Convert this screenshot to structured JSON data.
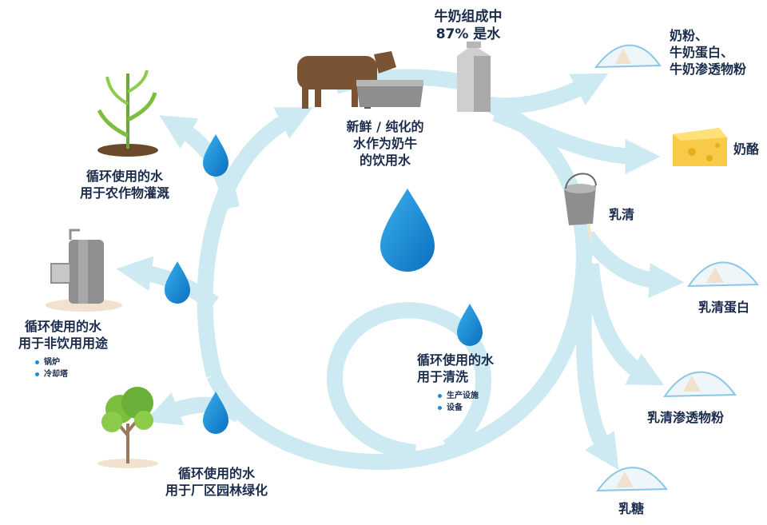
{
  "colors": {
    "flow": "#cde9f1",
    "drop_dark": "#0d79c6",
    "drop_light": "#2a9ee0",
    "text": "#1a2b4c",
    "bullet": "#1a8ed8"
  },
  "labels": {
    "milk_top": "牛奶组成中",
    "milk_bottom": "87% 是水",
    "cow_1": "新鲜 / 纯化的",
    "cow_2": "水作为奶牛",
    "cow_3": "的饮用水",
    "powder_1": "奶粉、",
    "powder_2": "牛奶蛋白、",
    "powder_3": "牛奶渗透物粉",
    "cheese": "奶酪",
    "whey": "乳清",
    "whey_protein": "乳清蛋白",
    "whey_permeate": "乳清渗透物粉",
    "lactose": "乳糖",
    "agri_1": "循环使用的水",
    "agri_2": "用于农作物灌溉",
    "nonpot_1": "循环使用的水",
    "nonpot_2": "用于非饮用用途",
    "nonpot_b1": "锅炉",
    "nonpot_b2": "冷却塔",
    "garden_1": "循环使用的水",
    "garden_2": "用于厂区园林绿化",
    "clean_1": "循环使用的水",
    "clean_2": "用于清洗",
    "clean_b1": "生产设施",
    "clean_b2": "设备"
  },
  "icons": {
    "corn": "corn-plant-icon",
    "boiler": "boiler-icon",
    "tree": "tree-icon",
    "cow": "cow-icon",
    "trough": "water-trough-icon",
    "carton": "milk-carton-icon",
    "bucket": "bucket-icon",
    "cheese": "cheese-icon",
    "powder": "powder-pile-icon",
    "drop": "water-drop-icon"
  }
}
